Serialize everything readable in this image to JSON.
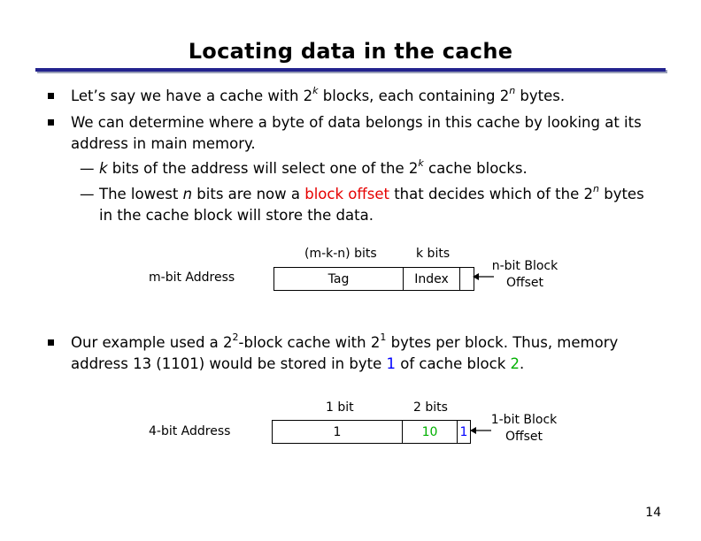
{
  "title": "Locating data in the cache",
  "bullets": {
    "b1": {
      "p1": "Let’s say we have a cache with 2",
      "sup1": "k",
      "p2": " blocks, each containing 2",
      "sup2": "n",
      "p3": " bytes."
    },
    "b2": {
      "text": "We can determine where a byte of data belongs in this cache by looking at its address in main memory."
    },
    "s1": {
      "dash": "—",
      "k": "k",
      "p1": " bits of the address will select one of the 2",
      "sup": "k",
      "p2": " cache blocks."
    },
    "s2": {
      "dash": "—",
      "p1": "The lowest ",
      "n": "n",
      "p2": " bits are now a ",
      "red": "block offset",
      "p3": " that decides which of the 2",
      "sup": "n",
      "p4": " bytes in the cache block will store the data."
    },
    "b3": {
      "p1": "Our example used a 2",
      "sup1": "2",
      "p2": "-block cache with 2",
      "sup2": "1",
      "p3": " bytes per block. Thus, memory address 13 (1101) would be stored in byte ",
      "blue": "1",
      "p4": " of cache block ",
      "green": "2",
      "p5": "."
    }
  },
  "diagram1": {
    "address_label": "m-bit Address",
    "tag_header": "(m-k-n) bits",
    "index_header": "k bits",
    "tag": "Tag",
    "index": "Index",
    "offset_label_line1": "n-bit Block",
    "offset_label_line2": "Offset"
  },
  "diagram2": {
    "address_label": "4-bit Address",
    "tag_header": "1 bit",
    "index_header": "2 bits",
    "tag": "1",
    "index": "10",
    "offset": "1",
    "offset_label_line1": "1-bit Block",
    "offset_label_line2": "Offset"
  },
  "page_number": "14",
  "colors": {
    "rule": "#23238e",
    "highlight_red": "#e60000",
    "highlight_green": "#00b000",
    "highlight_blue": "#0000ff"
  }
}
